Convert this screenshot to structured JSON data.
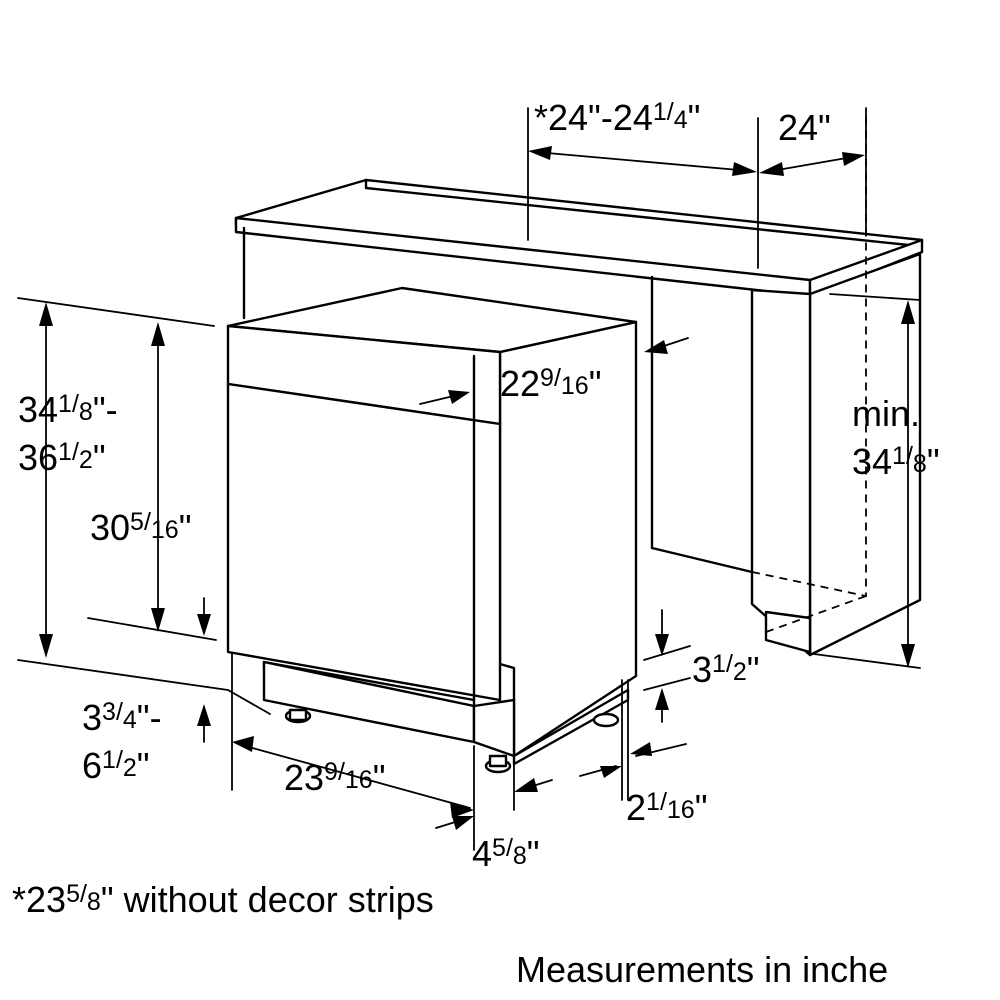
{
  "dimensions": {
    "overall_width": {
      "prefix": "*24\"-24",
      "num": "1",
      "den": "4",
      "suffix": "\""
    },
    "cabinet_depth": {
      "text": "24\""
    },
    "overall_height": {
      "line1_whole": "34",
      "line1_num": "1",
      "line1_den": "8",
      "line1_suffix": "\"-",
      "line2_whole": "36",
      "line2_num": "1",
      "line2_den": "2",
      "line2_suffix": "\""
    },
    "body_height": {
      "whole": "30",
      "num": "5",
      "den": "16",
      "suffix": "\""
    },
    "door_depth": {
      "whole": "22",
      "num": "9",
      "den": "16",
      "suffix": "\""
    },
    "min_height": {
      "line1": "min.",
      "line2_whole": "34",
      "line2_num": "1",
      "line2_den": "8",
      "line2_suffix": "\""
    },
    "leg_height": {
      "line1_whole": "3",
      "line1_num": "3",
      "line1_den": "4",
      "line1_suffix": "\"-",
      "line2_whole": "6",
      "line2_num": "1",
      "line2_den": "2",
      "line2_suffix": "\""
    },
    "body_depth": {
      "whole": "23",
      "num": "9",
      "den": "16",
      "suffix": "\""
    },
    "toe_kick_height": {
      "whole": "3",
      "num": "1",
      "den": "2",
      "suffix": "\""
    },
    "toe_kick_depth": {
      "whole": "2",
      "num": "1",
      "den": "16",
      "suffix": "\""
    },
    "foot_inset": {
      "whole": "4",
      "num": "5",
      "den": "8",
      "suffix": "\""
    }
  },
  "footnote": {
    "prefix": "*23",
    "num": "5",
    "den": "8",
    "suffix": "\" without decor strips"
  },
  "units_note": "Measurements in inche"
}
